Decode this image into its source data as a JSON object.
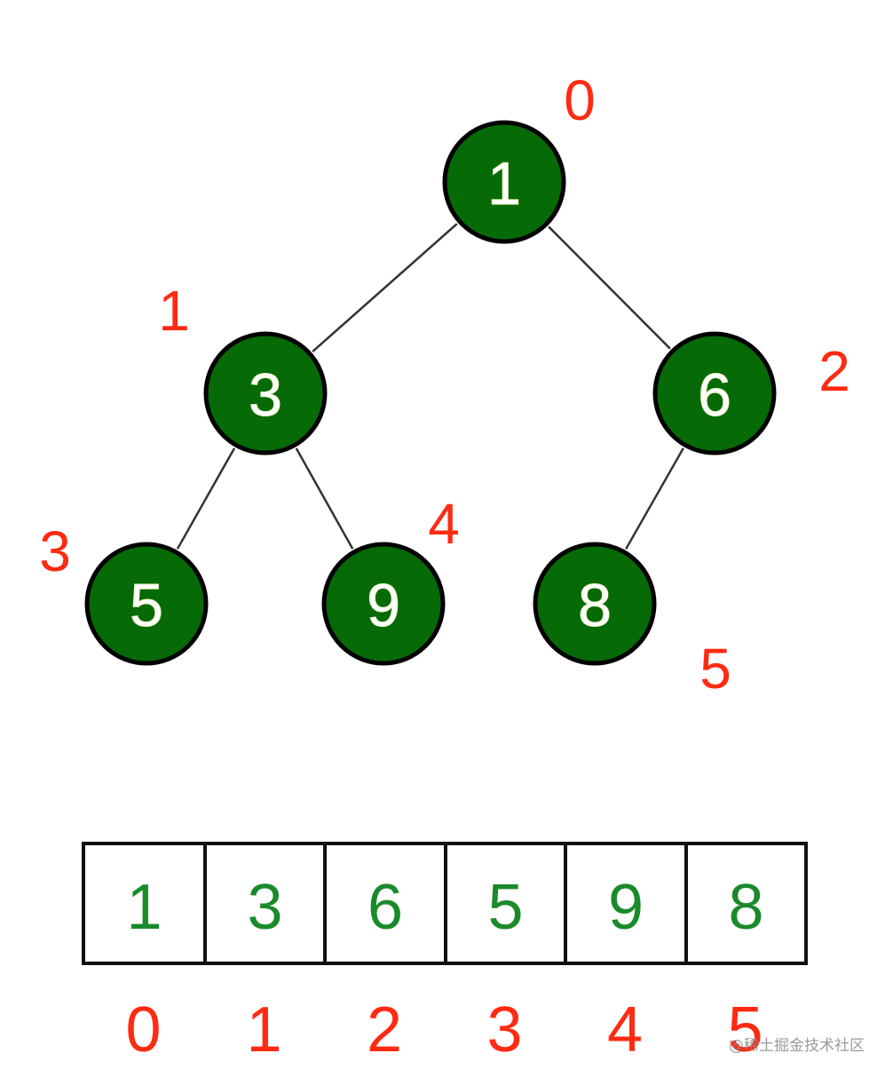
{
  "colors": {
    "node_fill": "#066a06",
    "node_stroke": "#000000",
    "node_text": "#ffffff",
    "index_text": "#ff2a12",
    "cell_text": "#1a8a2a",
    "edge": "#333333"
  },
  "tree": {
    "nodes": [
      {
        "index_label": "0",
        "value": "1"
      },
      {
        "index_label": "1",
        "value": "3"
      },
      {
        "index_label": "2",
        "value": "6"
      },
      {
        "index_label": "3",
        "value": "5"
      },
      {
        "index_label": "4",
        "value": "9"
      },
      {
        "index_label": "5",
        "value": "8"
      }
    ],
    "edges": [
      {
        "from": 0,
        "to": 1
      },
      {
        "from": 0,
        "to": 2
      },
      {
        "from": 1,
        "to": 3
      },
      {
        "from": 1,
        "to": 4
      },
      {
        "from": 2,
        "to": 5
      }
    ]
  },
  "array": {
    "cells": [
      "1",
      "3",
      "6",
      "5",
      "9",
      "8"
    ],
    "indices": [
      "0",
      "1",
      "2",
      "3",
      "4",
      "5"
    ]
  },
  "watermark": "@稀土掘金技术社区"
}
